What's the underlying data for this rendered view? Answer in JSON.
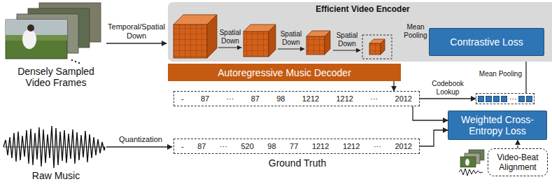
{
  "diagram": {
    "nodes": [
      {
        "text": [
          "Efficient Video Encoder"
        ]
      },
      {
        "text": [
          "Autoregressive Music Decoder"
        ]
      },
      {
        "text": [
          "-",
          "87",
          "···",
          "87",
          "98",
          "1212",
          "1212",
          "···",
          "2012"
        ]
      },
      {
        "text": [
          "-",
          "87",
          "···",
          "520",
          "98",
          "77",
          "1212",
          "1212",
          "···",
          "2012"
        ]
      },
      {
        "text": [
          "Contrastive Loss"
        ]
      },
      {
        "text": [
          "···"
        ]
      },
      {
        "text": [
          "Weighted Cross-Entropy Loss"
        ]
      },
      {
        "text": [
          "Video-Beat Alignment"
        ]
      }
    ],
    "edges": [
      {
        "from": 0,
        "to": 4,
        "arrow": "to",
        "label": "Mean Pooling"
      },
      {
        "from": 1,
        "to": 2,
        "arrow": "to"
      },
      {
        "from": 2,
        "to": 5,
        "arrow": "to",
        "label": "Codebook Lookup"
      },
      {
        "from": 5,
        "to": 4,
        "arrow": "to",
        "label": "Mean Pooling"
      },
      {
        "from": 2,
        "to": 6,
        "arrow": "to"
      },
      {
        "from": 3,
        "to": 6,
        "arrow": "to"
      },
      {
        "from": 7,
        "to": 6,
        "arrow": "to"
      }
    ],
    "labels": [
      "Densely Sampled Video Frames",
      "Temporal/Spatial Down",
      "Spatial Down",
      "Spatial Down",
      "Spatial Down",
      "Raw Music",
      "Quantization",
      "Ground Truth"
    ]
  }
}
